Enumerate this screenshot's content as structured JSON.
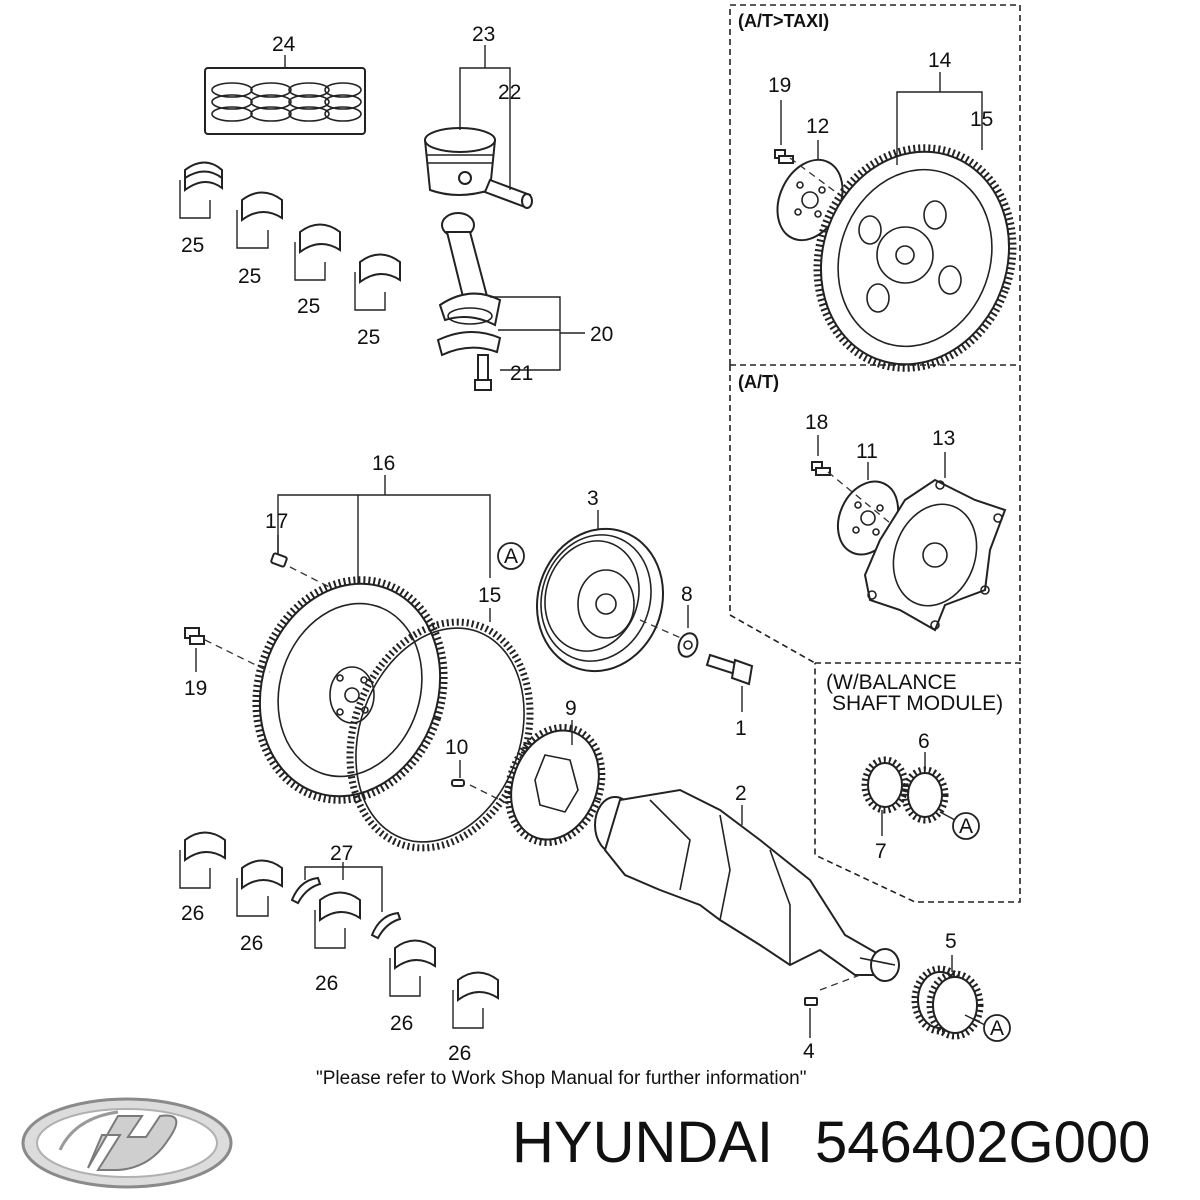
{
  "callouts": {
    "c1": "1",
    "c2": "2",
    "c3": "3",
    "c4": "4",
    "c5": "5",
    "c6": "6",
    "c7": "7",
    "c8": "8",
    "c9": "9",
    "c10": "10",
    "c11": "11",
    "c12": "12",
    "c13": "13",
    "c14": "14",
    "c15a": "15",
    "c15b": "15",
    "c16": "16",
    "c17": "17",
    "c18": "18",
    "c19a": "19",
    "c19b": "19",
    "c20": "20",
    "c21": "21",
    "c22": "22",
    "c23": "23",
    "c24": "24",
    "c25a": "25",
    "c25b": "25",
    "c25c": "25",
    "c25d": "25",
    "c26a": "26",
    "c26b": "26",
    "c26c": "26",
    "c26d": "26",
    "c26e": "26",
    "c27": "27"
  },
  "reference_marker": "A",
  "sections": {
    "at_taxi": "(A/T>TAXI)",
    "at": "(A/T)",
    "balance_line1": "(W/BALANCE",
    "balance_line2": "SHAFT MODULE)"
  },
  "footnote": "\"Please refer to Work Shop Manual for further information\"",
  "brand": {
    "name": "HYUNDAI",
    "part_number": "546402G000",
    "logo_icon": "hyundai-logo-icon"
  }
}
